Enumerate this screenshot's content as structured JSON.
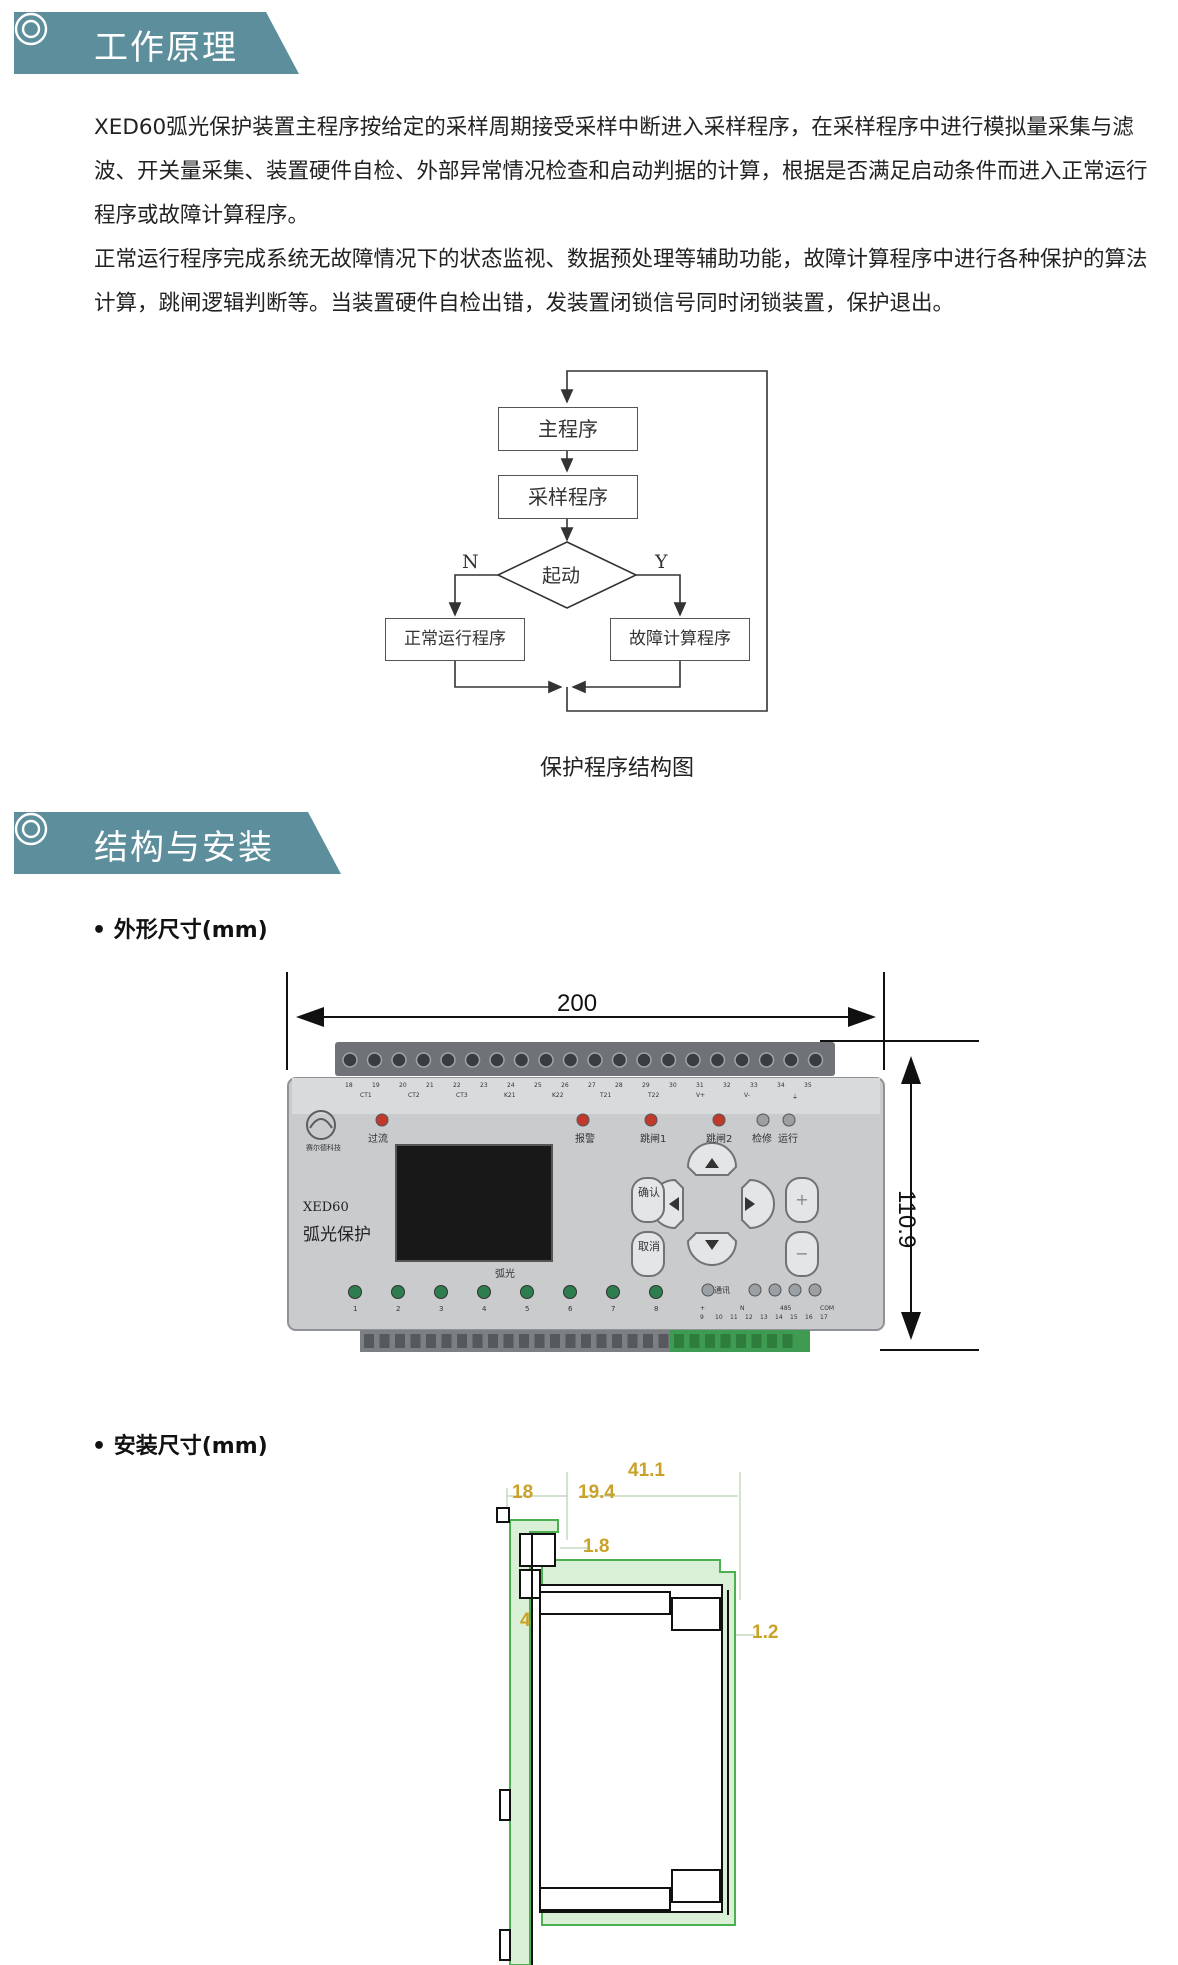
{
  "section1": {
    "title": "工作原理",
    "icon": "double-circle-icon"
  },
  "paragraphs": [
    "XED60弧光保护装置主程序按给定的采样周期接受采样中断进入采样程序，在采样程序中进行模拟量采集与滤波、开关量采集、装置硬件自检、外部异常情况检查和启动判据的计算，根据是否满足启动条件而进入正常运行程序或故障计算程序。",
    "正常运行程序完成系统无故障情况下的状态监视、数据预处理等辅助功能，故障计算程序中进行各种保护的算法计算，跳闸逻辑判断等。当装置硬件自检出错，发装置闭锁信号同时闭锁装置，保护退出。"
  ],
  "flowchart": {
    "main": "主程序",
    "sampling": "采样程序",
    "start": "起动",
    "no": "N",
    "yes": "Y",
    "normal": "正常运行程序",
    "fault": "故障计算程序",
    "caption": "保护程序结构图"
  },
  "section2": {
    "title": "结构与安装",
    "icon": "double-circle-icon"
  },
  "dimensions": {
    "heading": "• 外形尺寸(mm)",
    "width": "200",
    "height": "110.9"
  },
  "device": {
    "model": "XED60",
    "name": "弧光保护",
    "brand": "赛尔德科技",
    "leds_top": [
      "过流",
      "报警",
      "跳闸1",
      "跳闸2",
      "检修",
      "运行"
    ],
    "confirm": "确认",
    "cancel": "取消",
    "arc_label": "弧光",
    "comm_label": "通讯",
    "terminal_numbers": [
      "1",
      "2",
      "3",
      "4",
      "5",
      "6",
      "7",
      "8"
    ],
    "top_terminal_numbers": [
      "18",
      "19",
      "20",
      "21",
      "22",
      "23",
      "24",
      "25",
      "26",
      "27",
      "28",
      "29",
      "30",
      "31",
      "32",
      "33",
      "34",
      "35"
    ],
    "top_terminal_groups": [
      "CT1",
      "CT2",
      "CT3",
      "K21",
      "K22",
      "T21",
      "T22",
      "V+",
      "V-",
      "⏚"
    ],
    "bottom_terminal_numbers": [
      "9",
      "10",
      "11",
      "12",
      "13",
      "14",
      "15",
      "16",
      "17"
    ],
    "bottom_terminal_groups": [
      "+",
      "N",
      "485",
      "COM"
    ],
    "colors": {
      "panel": "#c9cbcd",
      "screen": "#181818",
      "led_red": "#c0392b",
      "led_green": "#2e7d4f"
    }
  },
  "install": {
    "heading": "• 安装尺寸(mm)",
    "d18": "18",
    "d19_4": "19.4",
    "d41_1": "41.1",
    "d1_8": "1.8",
    "d1_2": "1.2",
    "d4": "4",
    "color_outline": "#4caf50",
    "color_text": "#c9a227"
  },
  "colors": {
    "header": "#5d8e9c"
  }
}
